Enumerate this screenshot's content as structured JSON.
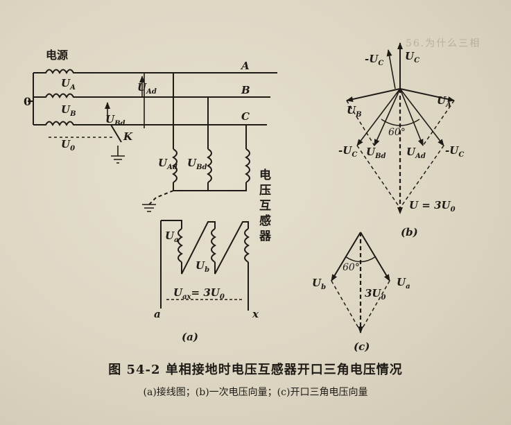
{
  "caption": {
    "title": "图 54-2   单相接地时电压互感器开口三角电压情况",
    "subtitle": "(a)接线图；(b)一次电压向量；(c)开口三角电压向量"
  },
  "diagram_a": {
    "source_label": "电源",
    "zero_label": "0",
    "line_labels": [
      "A",
      "B",
      "C"
    ],
    "source_coils": [
      "U",
      "U",
      "U"
    ],
    "source_coil_subs": [
      "A",
      "B",
      "0"
    ],
    "phasor_AD": "U",
    "phasor_AD_sub": "Ad",
    "phasor_BD": "U",
    "phasor_BD_sub": "Bd",
    "switch_label": "K",
    "primary_coils": [
      "U",
      "U"
    ],
    "primary_coil_subs": [
      "Ad",
      "Bd"
    ],
    "pt_label": [
      "电",
      "压",
      "互",
      "感",
      "器"
    ],
    "secondary_coils": [
      "U",
      "U"
    ],
    "secondary_coil_subs": [
      "a",
      "b"
    ],
    "open_delta_eq": "U",
    "open_delta_eq_sub": "ax",
    "open_delta_rhs": "= 3U",
    "open_delta_rhs_sub": "0",
    "terminal_a": "a",
    "terminal_x": "x",
    "panel_label": "(a)"
  },
  "diagram_b": {
    "top_labels": [
      "-U",
      "U"
    ],
    "top_subs": [
      "C",
      "C"
    ],
    "left_label": "U",
    "left_sub": "B",
    "right_label": "U",
    "right_sub": "A",
    "angle": "60°",
    "mid_labels": [
      "-U",
      "U",
      "U",
      "-U"
    ],
    "mid_subs": [
      "C",
      "Bd",
      "Ad",
      "C"
    ],
    "bottom_eq": "U = 3U",
    "bottom_eq_sub": "0",
    "panel_label": "(b)"
  },
  "diagram_c": {
    "angle": "60°",
    "left_label": "U",
    "left_sub": "b",
    "right_label": "U",
    "right_sub": "a",
    "center_label": "3U",
    "center_sub": "0",
    "panel_label": "(c)"
  }
}
